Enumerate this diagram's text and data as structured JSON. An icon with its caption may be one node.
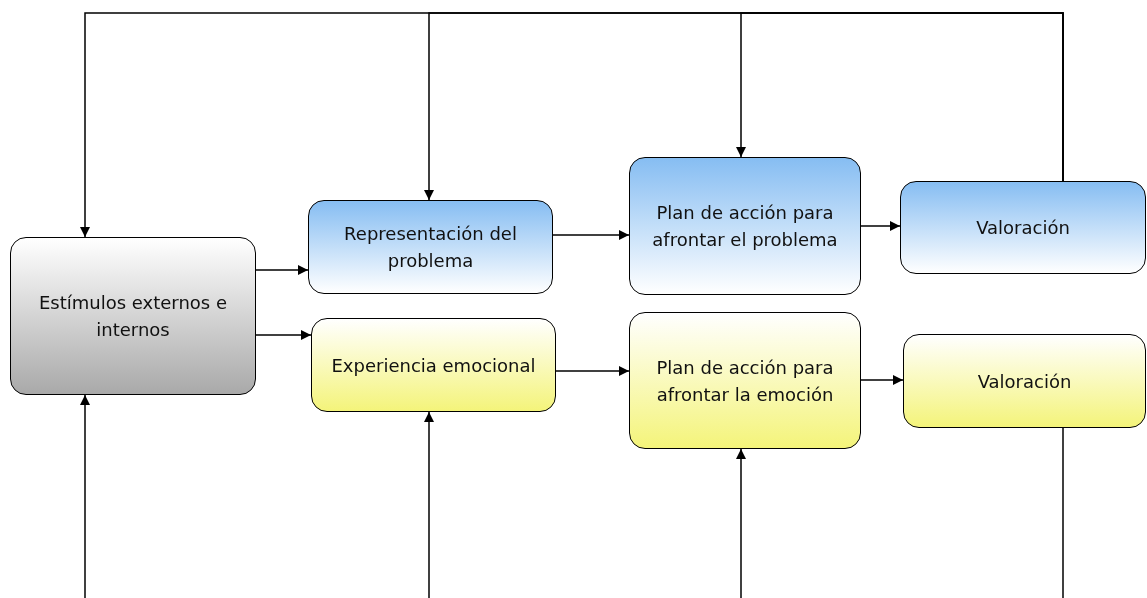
{
  "diagram": {
    "nodes": [
      {
        "text": [
          "Estímulos externos e internos"
        ]
      },
      {
        "text": [
          "Representación del problema"
        ]
      },
      {
        "text": [
          "Experiencia emocional"
        ]
      },
      {
        "text": [
          "Plan de acción para afrontar el problema"
        ]
      },
      {
        "text": [
          "Plan de acción para afrontar la emoción"
        ]
      },
      {
        "text": [
          "Valoración"
        ]
      },
      {
        "text": [
          "Valoración"
        ]
      }
    ],
    "edges": [
      {
        "from": 0,
        "to": 1,
        "arrow": "to"
      },
      {
        "from": 0,
        "to": 2,
        "arrow": "to"
      },
      {
        "from": 1,
        "to": 3,
        "arrow": "to"
      },
      {
        "from": 2,
        "to": 4,
        "arrow": "to"
      },
      {
        "from": 3,
        "to": 5,
        "arrow": "to"
      },
      {
        "from": 4,
        "to": 6,
        "arrow": "to"
      },
      {
        "from": 5,
        "to": 0,
        "arrow": "to"
      },
      {
        "from": 5,
        "to": 1,
        "arrow": "to"
      },
      {
        "from": 5,
        "to": 3,
        "arrow": "to"
      },
      {
        "from": 6,
        "to": null,
        "arrow": "none"
      },
      {
        "from": null,
        "to": 0,
        "arrow": "to"
      },
      {
        "from": null,
        "to": 2,
        "arrow": "to"
      },
      {
        "from": null,
        "to": 4,
        "arrow": "to"
      }
    ]
  }
}
